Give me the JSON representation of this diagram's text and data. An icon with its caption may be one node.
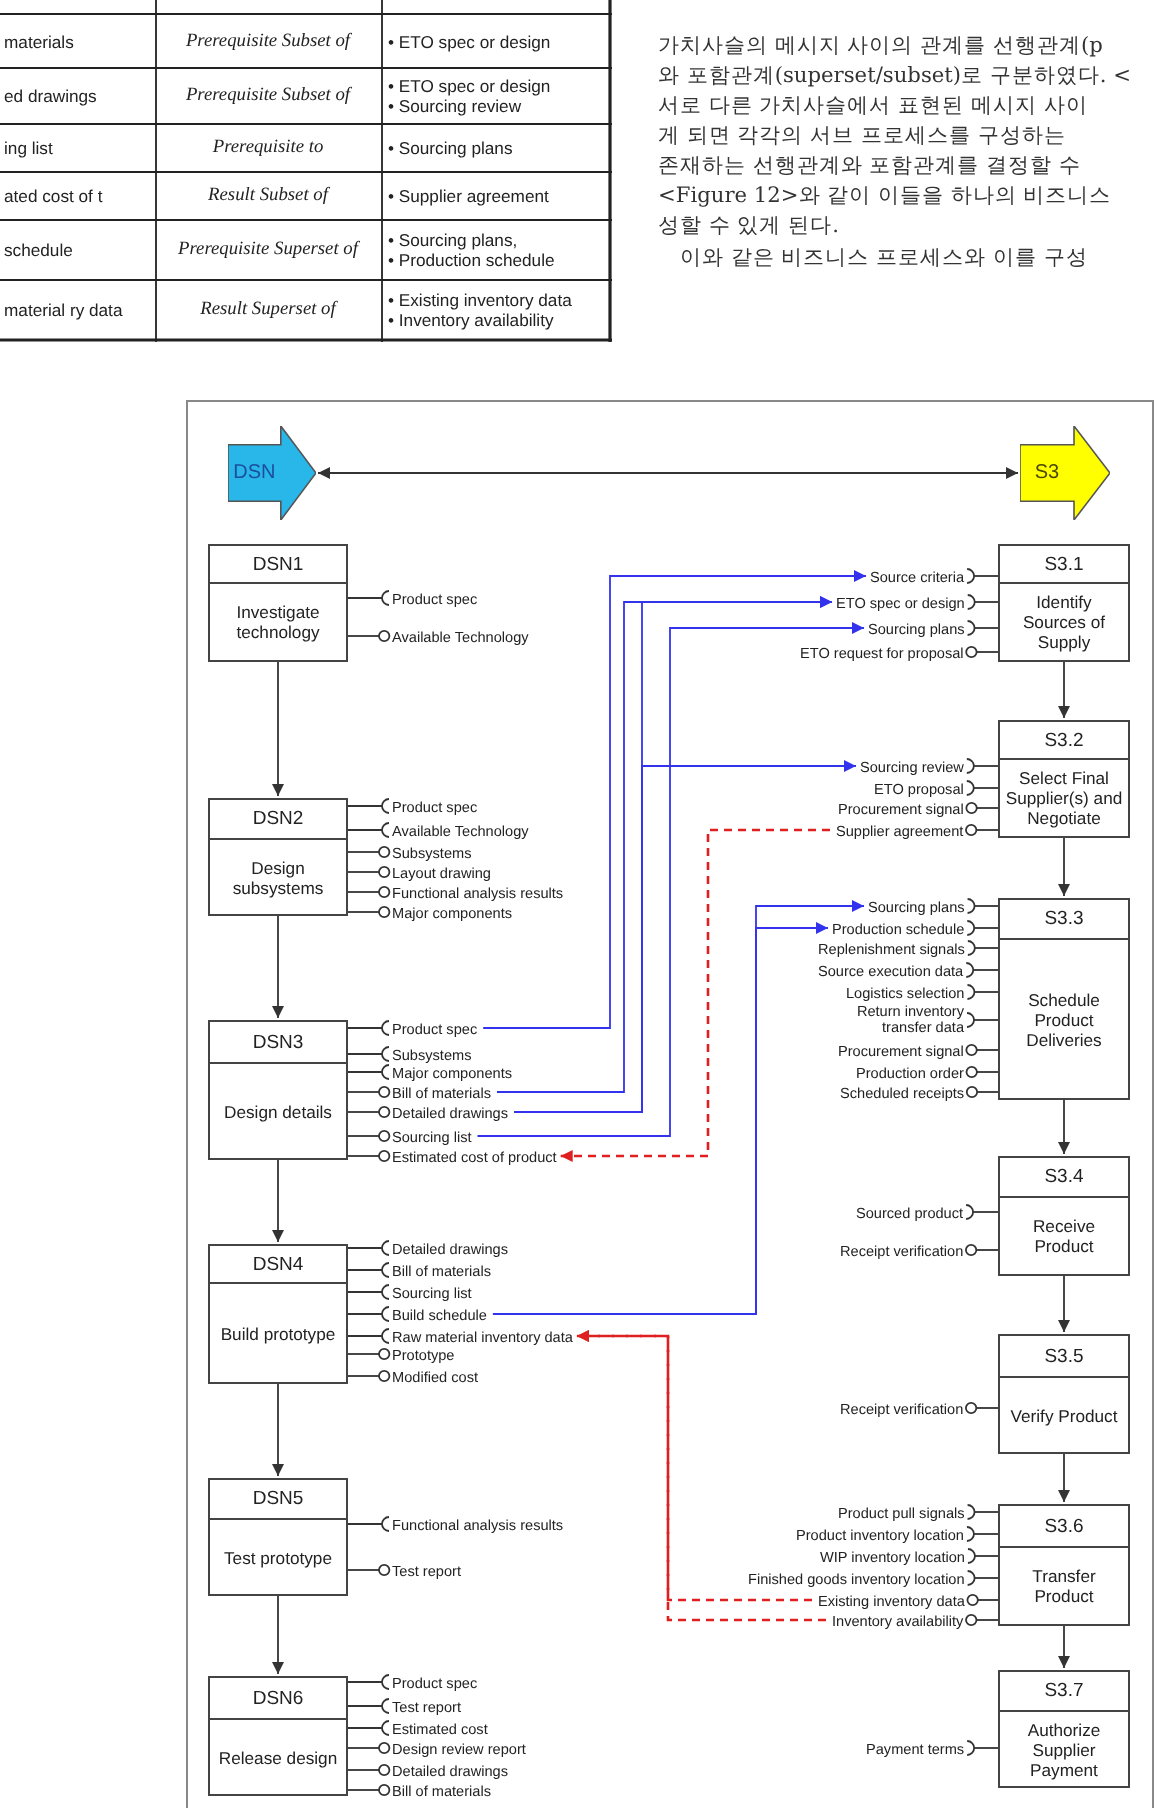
{
  "diagram": {
    "nodes": [
      {
        "text": [
          "DSN"
        ]
      },
      {
        "text": [
          "S3"
        ]
      },
      {
        "text": [
          "DSN1",
          "Investigate technology"
        ]
      },
      {
        "text": [
          "Product spec"
        ]
      },
      {
        "text": [
          "Available Technology"
        ]
      },
      {
        "text": [
          "DSN2",
          "Design subsystems"
        ]
      },
      {
        "text": [
          "Product spec"
        ]
      },
      {
        "text": [
          "Available Technology"
        ]
      },
      {
        "text": [
          "Subsystems"
        ]
      },
      {
        "text": [
          "Layout drawing"
        ]
      },
      {
        "text": [
          "Functional analysis results"
        ]
      },
      {
        "text": [
          "Major components"
        ]
      },
      {
        "text": [
          "DSN3",
          "Design details"
        ]
      },
      {
        "text": [
          "Product spec"
        ]
      },
      {
        "text": [
          "Subsystems"
        ]
      },
      {
        "text": [
          "Major components"
        ]
      },
      {
        "text": [
          "Bill of materials"
        ]
      },
      {
        "text": [
          "Detailed drawings"
        ]
      },
      {
        "text": [
          "Sourcing list"
        ]
      },
      {
        "text": [
          "Estimated cost of product"
        ]
      },
      {
        "text": [
          "DSN4",
          "Build prototype"
        ]
      },
      {
        "text": [
          "Detailed drawings"
        ]
      },
      {
        "text": [
          "Bill of materials"
        ]
      },
      {
        "text": [
          "Sourcing list"
        ]
      },
      {
        "text": [
          "Build schedule"
        ]
      },
      {
        "text": [
          "Raw material inventory data"
        ]
      },
      {
        "text": [
          "Prototype"
        ]
      },
      {
        "text": [
          "Modified cost"
        ]
      },
      {
        "text": [
          "DSN5",
          "Test prototype"
        ]
      },
      {
        "text": [
          "Functional analysis results"
        ]
      },
      {
        "text": [
          "Test report"
        ]
      },
      {
        "text": [
          "DSN6",
          "Release design"
        ]
      },
      {
        "text": [
          "Product spec"
        ]
      },
      {
        "text": [
          "Test report"
        ]
      },
      {
        "text": [
          "Estimated cost"
        ]
      },
      {
        "text": [
          "Design review report"
        ]
      },
      {
        "text": [
          "Detailed drawings"
        ]
      },
      {
        "text": [
          "Bill of materials"
        ]
      },
      {
        "text": [
          "S3.1",
          "Identify Sources of Supply"
        ]
      },
      {
        "text": [
          "Source criteria"
        ]
      },
      {
        "text": [
          "ETO spec or design"
        ]
      },
      {
        "text": [
          "Sourcing plans"
        ]
      },
      {
        "text": [
          "ETO request for proposal"
        ]
      },
      {
        "text": [
          "S3.2",
          "Select Final Supplier(s) and Negotiate"
        ]
      },
      {
        "text": [
          "Sourcing review"
        ]
      },
      {
        "text": [
          "ETO proposal"
        ]
      },
      {
        "text": [
          "Procurement signal"
        ]
      },
      {
        "text": [
          "Supplier agreement"
        ]
      },
      {
        "text": [
          "S3.3",
          "Schedule Product Deliveries"
        ]
      },
      {
        "text": [
          "Sourcing plans"
        ]
      },
      {
        "text": [
          "Production schedule"
        ]
      },
      {
        "text": [
          "Replenishment signals"
        ]
      },
      {
        "text": [
          "Source execution data"
        ]
      },
      {
        "text": [
          "Logistics selection"
        ]
      },
      {
        "text": [
          "Return inventory transfer data"
        ]
      },
      {
        "text": [
          "Procurement signal"
        ]
      },
      {
        "text": [
          "Production order"
        ]
      },
      {
        "text": [
          "Scheduled receipts"
        ]
      },
      {
        "text": [
          "S3.4",
          "Receive Product"
        ]
      },
      {
        "text": [
          "Sourced product"
        ]
      },
      {
        "text": [
          "Receipt verification"
        ]
      },
      {
        "text": [
          "S3.5",
          "Verify Product"
        ]
      },
      {
        "text": [
          "Receipt verification"
        ]
      },
      {
        "text": [
          "S3.6",
          "Transfer Product"
        ]
      },
      {
        "text": [
          "Product pull signals"
        ]
      },
      {
        "text": [
          "Product inventory location"
        ]
      },
      {
        "text": [
          "WIP inventory location"
        ]
      },
      {
        "text": [
          "Finished goods inventory location"
        ]
      },
      {
        "text": [
          "Existing inventory data"
        ]
      },
      {
        "text": [
          "Inventory availability"
        ]
      },
      {
        "text": [
          "S3.7",
          "Authorize Supplier Payment"
        ]
      },
      {
        "text": [
          "Payment terms"
        ]
      }
    ],
    "edges": [
      {
        "from": 0,
        "to": 1,
        "arrow": "both"
      },
      {
        "from": 2,
        "to": 5,
        "arrow": "to"
      },
      {
        "from": 5,
        "to": 12,
        "arrow": "to"
      },
      {
        "from": 12,
        "to": 20,
        "arrow": "to"
      },
      {
        "from": 20,
        "to": 28,
        "arrow": "to"
      },
      {
        "from": 28,
        "to": 31,
        "arrow": "to"
      },
      {
        "from": 38,
        "to": 43,
        "arrow": "to"
      },
      {
        "from": 43,
        "to": 48,
        "arrow": "to"
      },
      {
        "from": 48,
        "to": 58,
        "arrow": "to"
      },
      {
        "from": 58,
        "to": 61,
        "arrow": "to"
      },
      {
        "from": 61,
        "to": 63,
        "arrow": "to"
      },
      {
        "from": 63,
        "to": 70,
        "arrow": "to"
      },
      {
        "from": 2,
        "to": 3,
        "arrow": "other"
      },
      {
        "from": 2,
        "to": 4,
        "arrow": "other"
      },
      {
        "from": 5,
        "to": 6,
        "arrow": "other"
      },
      {
        "from": 5,
        "to": 7,
        "arrow": "other"
      },
      {
        "from": 5,
        "to": 8,
        "arrow": "other"
      },
      {
        "from": 5,
        "to": 9,
        "arrow": "other"
      },
      {
        "from": 5,
        "to": 10,
        "arrow": "other"
      },
      {
        "from": 5,
        "to": 11,
        "arrow": "other"
      },
      {
        "from": 12,
        "to": 13,
        "arrow": "other"
      },
      {
        "from": 12,
        "to": 14,
        "arrow": "other"
      },
      {
        "from": 12,
        "to": 15,
        "arrow": "other"
      },
      {
        "from": 12,
        "to": 16,
        "arrow": "other"
      },
      {
        "from": 12,
        "to": 17,
        "arrow": "other"
      },
      {
        "from": 12,
        "to": 18,
        "arrow": "other"
      },
      {
        "from": 12,
        "to": 19,
        "arrow": "other"
      },
      {
        "from": 20,
        "to": 21,
        "arrow": "other"
      },
      {
        "from": 20,
        "to": 22,
        "arrow": "other"
      },
      {
        "from": 20,
        "to": 23,
        "arrow": "other"
      },
      {
        "from": 20,
        "to": 24,
        "arrow": "other"
      },
      {
        "from": 20,
        "to": 25,
        "arrow": "other"
      },
      {
        "from": 20,
        "to": 26,
        "arrow": "other"
      },
      {
        "from": 20,
        "to": 27,
        "arrow": "other"
      },
      {
        "from": 28,
        "to": 29,
        "arrow": "other"
      },
      {
        "from": 28,
        "to": 30,
        "arrow": "other"
      },
      {
        "from": 31,
        "to": 32,
        "arrow": "other"
      },
      {
        "from": 31,
        "to": 33,
        "arrow": "other"
      },
      {
        "from": 31,
        "to": 34,
        "arrow": "other"
      },
      {
        "from": 31,
        "to": 35,
        "arrow": "other"
      },
      {
        "from": 31,
        "to": 36,
        "arrow": "other"
      },
      {
        "from": 31,
        "to": 37,
        "arrow": "other"
      },
      {
        "from": 38,
        "to": 39,
        "arrow": "other"
      },
      {
        "from": 38,
        "to": 40,
        "arrow": "other"
      },
      {
        "from": 38,
        "to": 41,
        "arrow": "other"
      },
      {
        "from": 38,
        "to": 42,
        "arrow": "other"
      },
      {
        "from": 43,
        "to": 44,
        "arrow": "other"
      },
      {
        "from": 43,
        "to": 45,
        "arrow": "other"
      },
      {
        "from": 43,
        "to": 46,
        "arrow": "other"
      },
      {
        "from": 43,
        "to": 47,
        "arrow": "other"
      },
      {
        "from": 48,
        "to": 49,
        "arrow": "other"
      },
      {
        "from": 48,
        "to": 50,
        "arrow": "other"
      },
      {
        "from": 48,
        "to": 51,
        "arrow": "other"
      },
      {
        "from": 48,
        "to": 52,
        "arrow": "other"
      },
      {
        "from": 48,
        "to": 53,
        "arrow": "other"
      },
      {
        "from": 48,
        "to": 54,
        "arrow": "other"
      },
      {
        "from": 48,
        "to": 55,
        "arrow": "other"
      },
      {
        "from": 48,
        "to": 56,
        "arrow": "other"
      },
      {
        "from": 48,
        "to": 57,
        "arrow": "other"
      },
      {
        "from": 58,
        "to": 59,
        "arrow": "other"
      },
      {
        "from": 58,
        "to": 60,
        "arrow": "other"
      },
      {
        "from": 61,
        "to": 62,
        "arrow": "other"
      },
      {
        "from": 63,
        "to": 64,
        "arrow": "other"
      },
      {
        "from": 63,
        "to": 65,
        "arrow": "other"
      },
      {
        "from": 63,
        "to": 66,
        "arrow": "other"
      },
      {
        "from": 63,
        "to": 67,
        "arrow": "other"
      },
      {
        "from": 63,
        "to": 68,
        "arrow": "other"
      },
      {
        "from": 63,
        "to": 69,
        "arrow": "other"
      },
      {
        "from": 70,
        "to": 71,
        "arrow": "other"
      },
      {
        "from": 13,
        "to": 39,
        "arrow": "to",
        "color": "#3333ee"
      },
      {
        "from": 16,
        "to": 40,
        "arrow": "to",
        "color": "#3333ee"
      },
      {
        "from": 17,
        "to": 40,
        "arrow": "to",
        "color": "#3333ee"
      },
      {
        "from": 17,
        "to": 44,
        "arrow": "to",
        "color": "#3333ee"
      },
      {
        "from": 18,
        "to": 41,
        "arrow": "to",
        "color": "#3333ee"
      },
      {
        "from": 24,
        "to": 49,
        "arrow": "to",
        "color": "#3333ee"
      },
      {
        "from": 24,
        "to": 50,
        "arrow": "to",
        "color": "#3333ee"
      },
      {
        "from": 47,
        "to": 19,
        "arrow": "to",
        "style": "dashed",
        "color": "#e02020"
      },
      {
        "from": 68,
        "to": 25,
        "arrow": "to",
        "style": "dashed",
        "color": "#e02020"
      },
      {
        "from": 69,
        "to": 25,
        "arrow": "to",
        "style": "dashed",
        "color": "#e02020"
      }
    ],
    "labels": [
      "materials",
      "Prerequisite Subset of",
      "• ETO spec or design",
      "ed drawings",
      "Prerequisite Subset of",
      "• ETO spec or design",
      "• Sourcing review",
      "ing list",
      "Prerequisite to",
      "• Sourcing plans",
      "ated cost of t",
      "Result Subset of",
      "• Supplier agreement",
      "schedule",
      "Prerequisite Superset of",
      "• Sourcing plans,",
      "• Production schedule",
      "material ry data",
      "Result Superset of",
      "• Existing inventory data",
      "• Inventory availability",
      "가치사슬의 메시지 사이의 관계를 선행관계(p",
      "와 포함관계(superset/subset)로 구분하였다. <",
      "서로 다른 가치사슬에서 표현된 메시지 사이",
      "게 되면 각각의 서브 프로세스를 구성하는",
      "존재하는 선행관계와 포함관계를 결정할 수",
      "<Figure 12>와 같이 이들을 하나의 비즈니스",
      "성할 수 있게 된다.",
      "이와 같은 비즈니스 프로세스와 이를 구성"
    ]
  }
}
